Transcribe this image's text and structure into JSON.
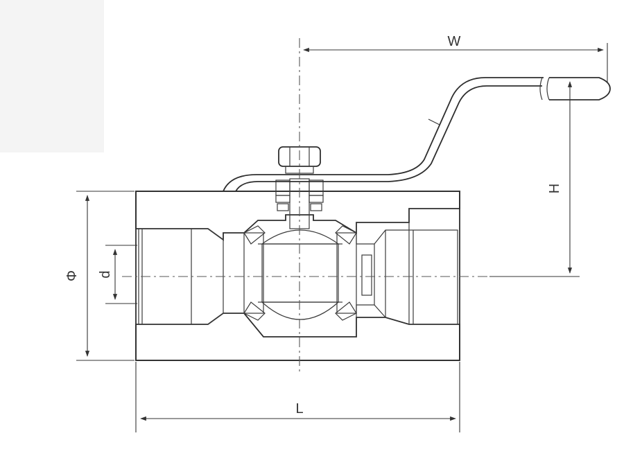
{
  "diagram": {
    "labels": {
      "width": "W",
      "height": "H",
      "length": "L",
      "outer_diameter": "Φ",
      "bore_diameter": "d"
    },
    "colors": {
      "line": "#2e2e2e",
      "background": "#ffffff"
    }
  }
}
